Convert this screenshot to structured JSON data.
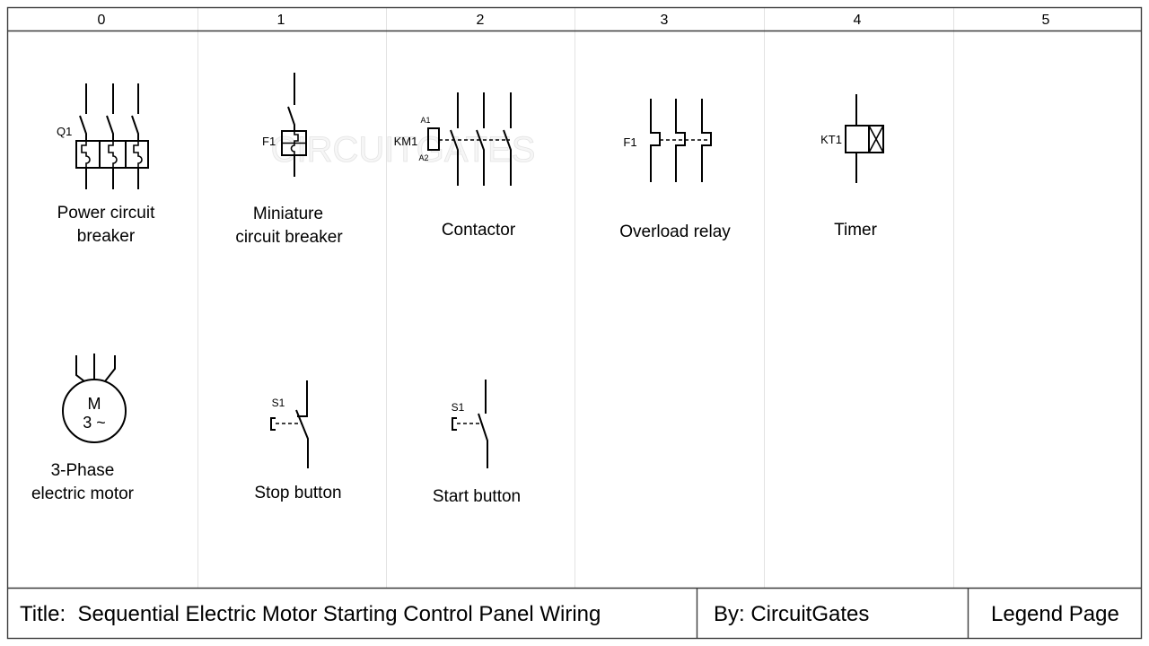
{
  "header": {
    "columns": [
      "0",
      "1",
      "2",
      "3",
      "4",
      "5"
    ]
  },
  "watermark": "CIRCUITGATES",
  "symbols": {
    "power_circuit_breaker": {
      "tag": "Q1",
      "caption": [
        "Power circuit",
        "breaker"
      ]
    },
    "miniature_circuit_breaker": {
      "tag": "F1",
      "caption": [
        "Miniature",
        "circuit breaker"
      ]
    },
    "contactor": {
      "tag": "KM1",
      "coil_terminals": [
        "A1",
        "A2"
      ],
      "caption": [
        "Contactor"
      ]
    },
    "overload_relay": {
      "tag": "F1",
      "caption": [
        "Overload relay"
      ]
    },
    "timer": {
      "tag": "KT1",
      "caption": [
        "Timer"
      ]
    },
    "three_phase_motor": {
      "designation": [
        "M",
        "3 ~"
      ],
      "caption": [
        "3-Phase",
        "electric motor"
      ]
    },
    "stop_button": {
      "tag": "S1",
      "caption": [
        "Stop button"
      ]
    },
    "start_button": {
      "tag": "S1",
      "caption": [
        "Start button"
      ]
    }
  },
  "title_block": {
    "title": "Title:  Sequential Electric Motor Starting Control Panel Wiring",
    "author": "By: CircuitGates",
    "sheet": "Legend Page"
  },
  "colors": {
    "line": "#000000",
    "frame": "#3c3c3c",
    "grid": "#e2e2e2",
    "text": "#000000",
    "watermark": "#e4e4e4",
    "paper": "#ffffff"
  }
}
